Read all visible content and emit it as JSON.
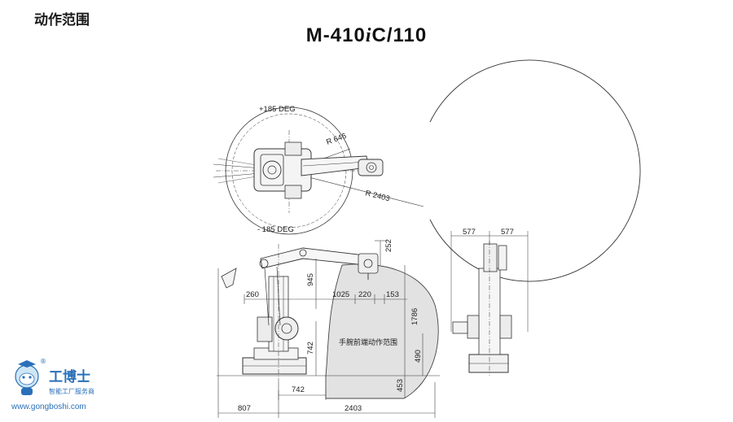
{
  "header": {
    "section_title": "动作范围",
    "model_prefix": "M-410",
    "model_italic": "i",
    "model_suffix": "C/110"
  },
  "top_view": {
    "angle_positive": "+185 DEG",
    "angle_negative": "- 185 DEG",
    "radius_inner": "R 646",
    "radius_outer": "R 2403"
  },
  "side_view": {
    "dim_252": "252",
    "dim_945": "945",
    "dim_260": "260",
    "dim_1025": "1025",
    "dim_220": "220",
    "dim_153": "153",
    "dim_1786": "1786",
    "dim_742_v": "742",
    "dim_490": "490",
    "dim_453": "453",
    "dim_742_h": "742",
    "dim_807": "807",
    "dim_2403": "2403",
    "zone_label": "手腕前端动作范围"
  },
  "front_view": {
    "dim_left": "577",
    "dim_right": "577"
  },
  "watermark": {
    "brand": "工博士",
    "tagline": "智能工厂服务商",
    "url": "www.gongboshi.com",
    "registered": "®"
  },
  "colors": {
    "line": "#333333",
    "zone_fill": "#e2e2e2",
    "brand_blue": "#2a70b8"
  }
}
